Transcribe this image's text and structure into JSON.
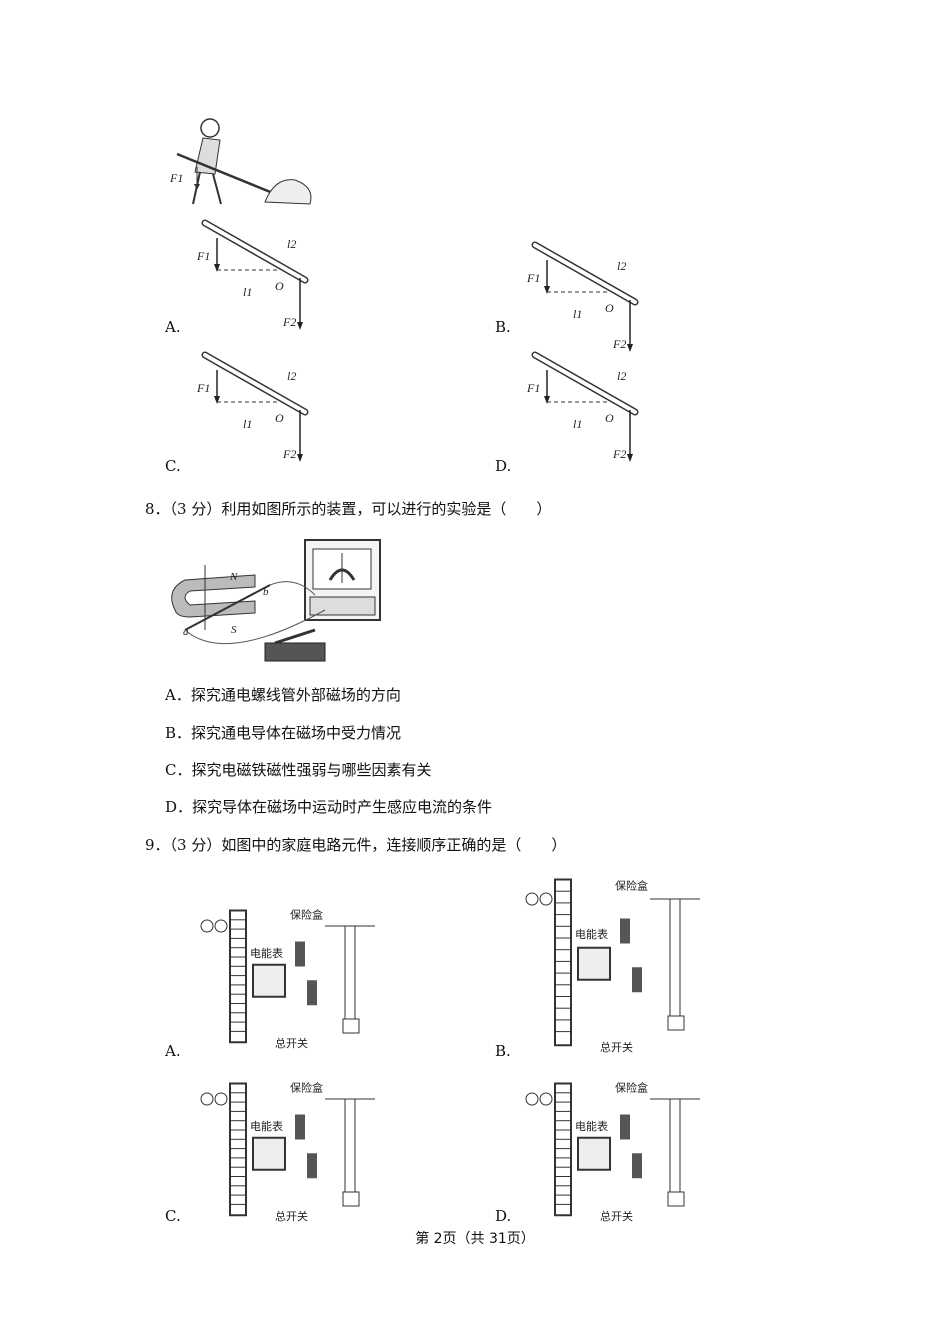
{
  "q7": {
    "options": [
      {
        "label": "A."
      },
      {
        "label": "B."
      },
      {
        "label": "C."
      },
      {
        "label": "D."
      }
    ],
    "figure_labels": {
      "f1": "F1",
      "f2": "F2",
      "l1": "l1",
      "l2": "l2",
      "o": "O"
    }
  },
  "q8": {
    "question": "8．（3 分）利用如图所示的装置，可以进行的实验是（　　）",
    "figure_labels": {
      "n": "N",
      "s": "S",
      "a": "a",
      "b": "b"
    },
    "options": [
      {
        "text": "A．探究通电螺线管外部磁场的方向"
      },
      {
        "text": "B．探究通电导体在磁场中受力情况"
      },
      {
        "text": "C．探究电磁铁磁性强弱与哪些因素有关"
      },
      {
        "text": "D．探究导体在磁场中运动时产生感应电流的条件"
      }
    ]
  },
  "q9": {
    "question": "9．（3 分）如图中的家庭电路元件，连接顺序正确的是（　　）",
    "options": [
      {
        "label": "A.",
        "fuse": "保险盒",
        "meter": "电能表",
        "switch": "总开关"
      },
      {
        "label": "B.",
        "fuse": "保险盒",
        "meter": "电能表",
        "switch": "总开关"
      },
      {
        "label": "C.",
        "fuse": "保险盒",
        "meter": "电能表",
        "switch": "总开关"
      },
      {
        "label": "D.",
        "fuse": "保险盒",
        "meter": "电能表",
        "switch": "总开关"
      }
    ]
  },
  "footer": {
    "text": "第 2页（共 31页）"
  }
}
